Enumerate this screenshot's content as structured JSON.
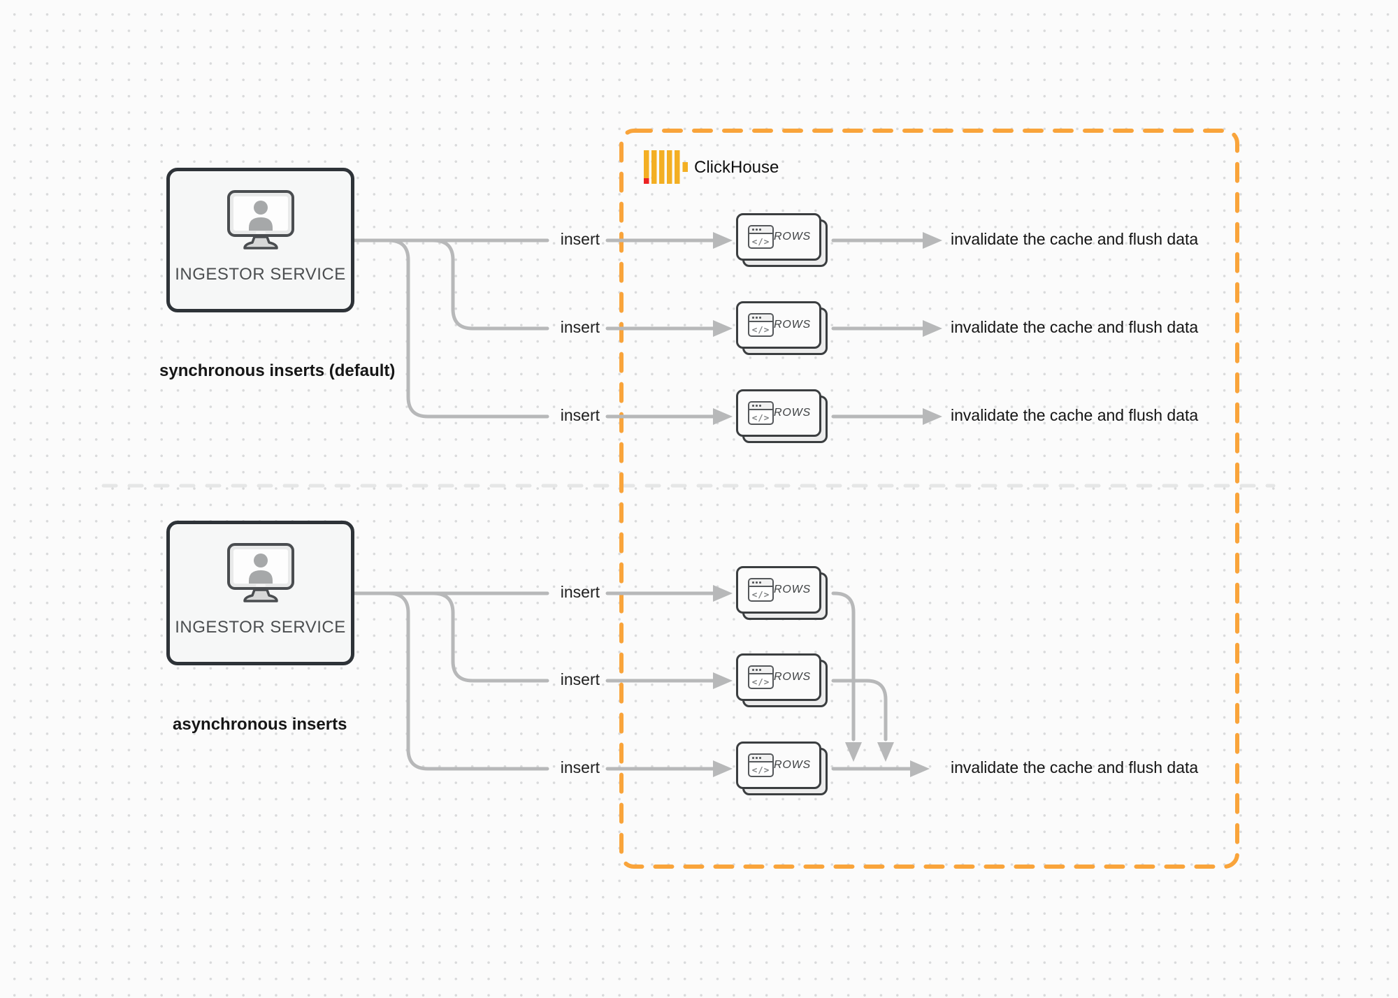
{
  "sync": {
    "service_label": "INGESTOR SERVICE",
    "caption": "synchronous inserts (default)",
    "rows": [
      {
        "insert_label": "insert",
        "card_label": "ROWS",
        "result_label": "invalidate the cache and flush data"
      },
      {
        "insert_label": "insert",
        "card_label": "ROWS",
        "result_label": "invalidate the cache and flush data"
      },
      {
        "insert_label": "insert",
        "card_label": "ROWS",
        "result_label": "invalidate the cache and flush data"
      }
    ]
  },
  "async": {
    "service_label": "INGESTOR SERVICE",
    "caption": "asynchronous inserts",
    "rows": [
      {
        "insert_label": "insert",
        "card_label": "ROWS"
      },
      {
        "insert_label": "insert",
        "card_label": "ROWS"
      },
      {
        "insert_label": "insert",
        "card_label": "ROWS"
      }
    ],
    "result_label": "invalidate the cache and flush data"
  },
  "clickhouse": {
    "brand_label": "ClickHouse"
  },
  "card_icon_glyph": "</>",
  "colors": {
    "connector_gray": "#b7b8b9",
    "clickhouse_border_orange": "#F9A43B",
    "logo_yellow": "#F3AF23",
    "logo_red": "#EC2222",
    "divider_gray": "#e5e6e6",
    "node_border_dark": "#2e3338"
  }
}
